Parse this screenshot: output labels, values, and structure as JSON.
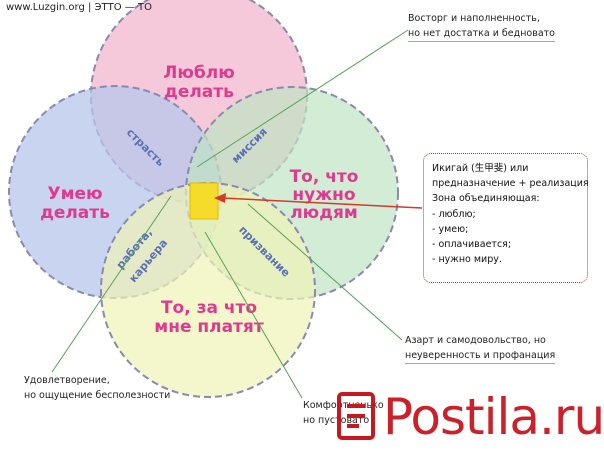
{
  "header": {
    "site": "www.Luzgin.org | ЭТТО — ТО"
  },
  "circles": {
    "love": {
      "line1": "Люблю",
      "line2": "делать",
      "fill": "#f2bcd0",
      "stroke": "#8a89b0"
    },
    "good_at": {
      "line1": "Умею",
      "line2": "делать",
      "fill": "#b7c6ec",
      "stroke": "#8a89b0"
    },
    "needed": {
      "line1": "То, что",
      "line2": "нужно",
      "line3": "людям",
      "fill": "#bfe4c3",
      "stroke": "#8a89b0"
    },
    "paid": {
      "line1": "То, за что",
      "line2": "мне платят",
      "fill": "#eff3b6",
      "stroke": "#8a89b0"
    }
  },
  "overlaps": {
    "passion": "страсть",
    "mission": "миссия",
    "profession_line1": "работа,",
    "profession_line2": "карьера",
    "vocation": "призвание"
  },
  "colors": {
    "main_label": "#e03a8f",
    "overlap_label": "#5b6fb5",
    "center": "#f5dc2a",
    "leader_line": "#5aa05a",
    "arrow": "#d23a2a",
    "watermark": "#c8171f"
  },
  "notes": {
    "top_right_line1": "Восторг и наполненность,",
    "top_right_line2": "но нет достатка и бедновато",
    "right_line1": "Азарт и самодовольство, но",
    "right_line2": "неуверенность и профанация",
    "left_line1": "Удовлетворение,",
    "left_line2": "но ощущение бесполезности",
    "bottom_line1": "Комфортненько",
    "bottom_line2": "но пустовато"
  },
  "ikigai_box": {
    "line1": "Икигай (生甲斐) или",
    "line2": "предназначение + реализация",
    "line3": "Зона объединяющая:",
    "line4": "- люблю;",
    "line5": "- умею;",
    "line6": "- оплачивается;",
    "line7": "- нужно миру."
  },
  "watermark": {
    "text": "Postila.ru"
  }
}
